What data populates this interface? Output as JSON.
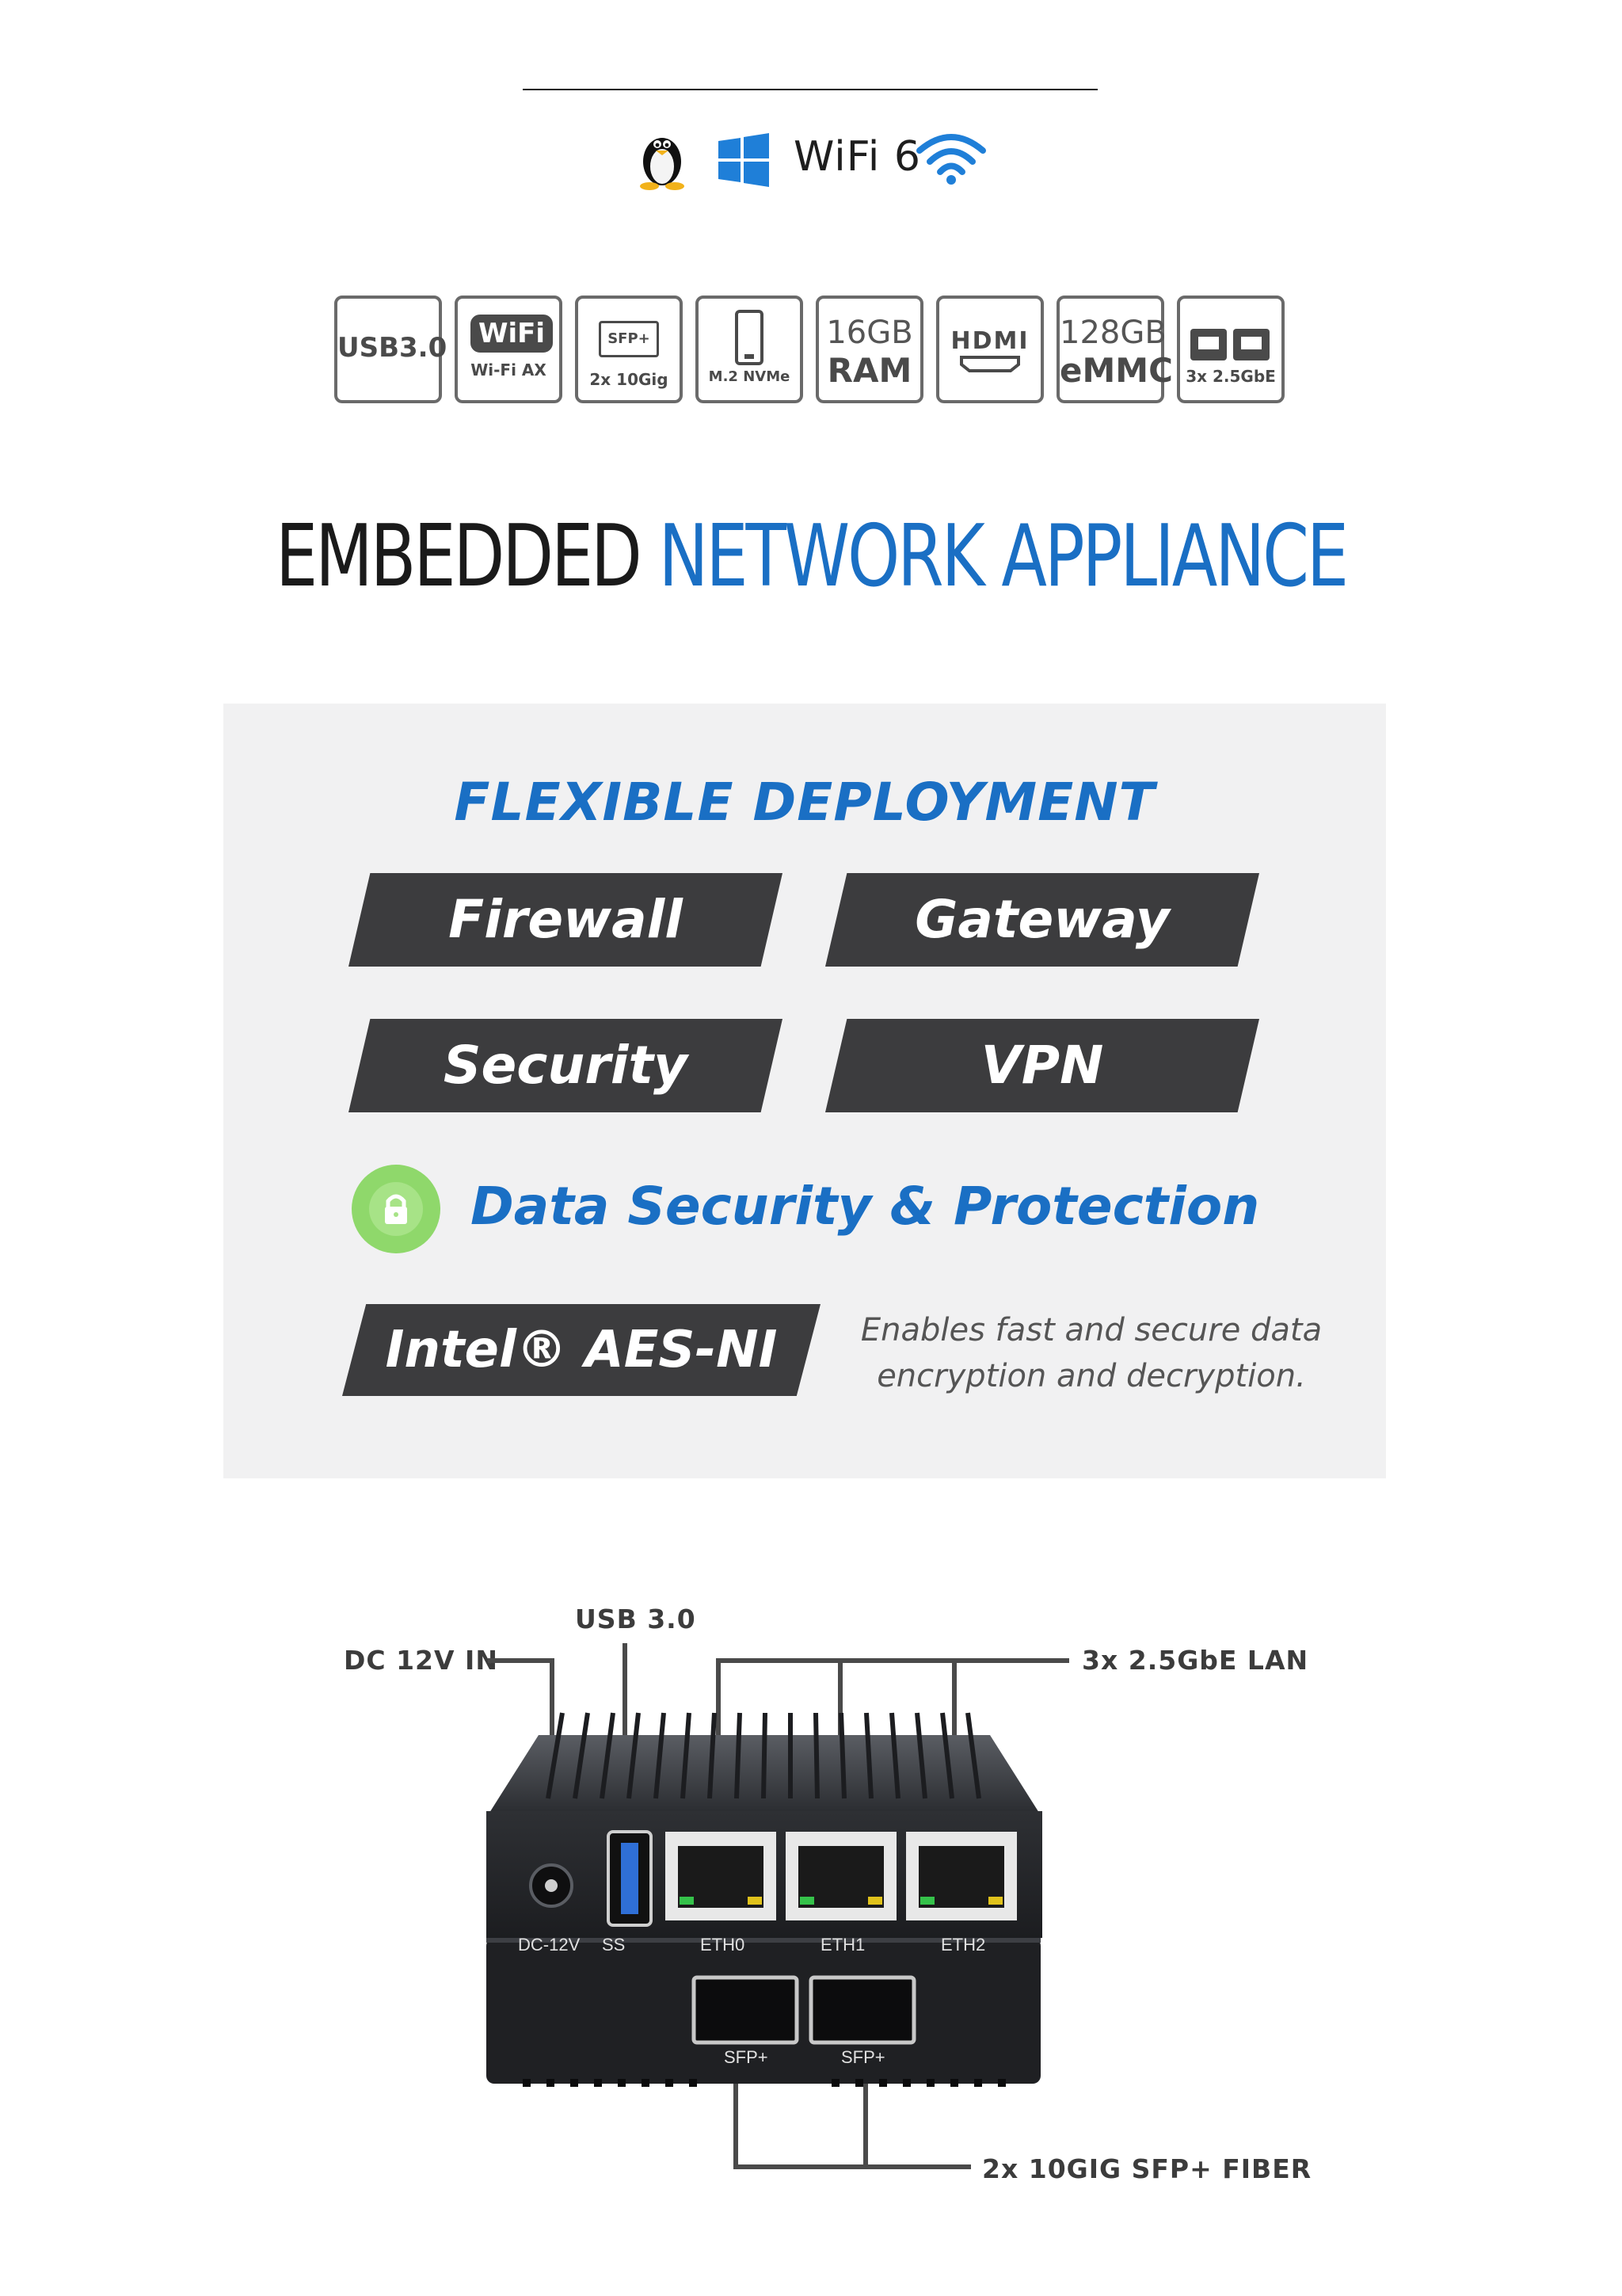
{
  "os_row": {
    "linux_icon": "linux-penguin-icon",
    "windows_icon": "windows-icon",
    "wifi_label": "WiFi 6",
    "wifi_icon": "wifi-icon"
  },
  "badges": [
    {
      "big": "USB3.0",
      "small": ""
    },
    {
      "big": "WiFi",
      "small": "Wi-Fi AX"
    },
    {
      "big": "SFP+",
      "small": "2x 10Gig"
    },
    {
      "big": "",
      "small": "M.2 NVMe"
    },
    {
      "big": "16GB",
      "small": "RAM"
    },
    {
      "big": "HDMI",
      "small": ""
    },
    {
      "big": "128GB",
      "small": "eMMC"
    },
    {
      "big": "",
      "small": "3x 2.5GbE"
    }
  ],
  "headline": {
    "part1": "EMBEDDED",
    "part2": "NETWORK APPLIANCE"
  },
  "deployment": {
    "title": "FLEXIBLE DEPLOYMENT",
    "options": [
      "Firewall",
      "Gateway",
      "Security",
      "VPN"
    ],
    "feature": "Data Security & Protection",
    "aes_label": "Intel® AES-NI",
    "aes_description_line1": "Enables fast and secure data",
    "aes_description_line2": "encryption and decryption."
  },
  "device": {
    "callouts": {
      "dc": "DC 12V IN",
      "usb": "USB 3.0",
      "lan": "3x 2.5GbE LAN",
      "sfp": "2x 10GIG SFP+ FIBER"
    },
    "port_labels": {
      "dc": "DC-12V",
      "usb": "SS",
      "eth0": "ETH0",
      "eth1": "ETH1",
      "eth2": "ETH2",
      "sfp1": "SFP+",
      "sfp2": "SFP+"
    }
  },
  "colors": {
    "accent": "#1a6fc4",
    "pill": "#3c3c3e",
    "lock_green": "#8fd86b",
    "panel_bg": "#f1f1f2"
  }
}
